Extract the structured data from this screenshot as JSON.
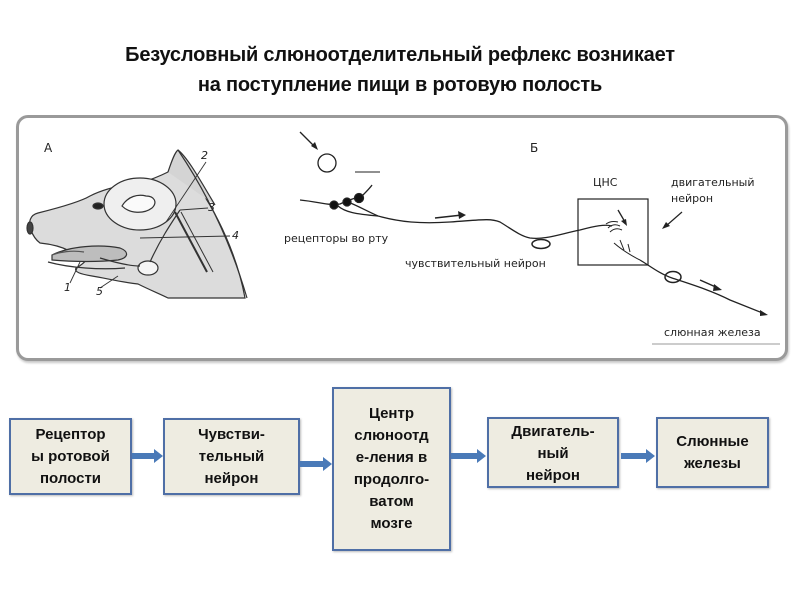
{
  "title": {
    "line1": "Безусловный слюноотделительный рефлекс возникает",
    "line2": "на поступление пищи в ротовую полость"
  },
  "figure": {
    "panel_a": {
      "label": "А",
      "numbers": [
        "1",
        "2",
        "3",
        "4",
        "5"
      ]
    },
    "panel_b": {
      "label": "Б",
      "cns_label": "ЦНС",
      "receptors_label": "рецепторы во рту",
      "sensory_neuron_label": "чувствительный нейрон",
      "motor_neuron_label_line1": "двигательный",
      "motor_neuron_label_line2": "нейрон",
      "salivary_gland_label": "слюнная железа"
    }
  },
  "flowchart": {
    "colors": {
      "box_fill": "#eeece1",
      "box_border": "#4f6fa6",
      "arrow": "#4a7ab8"
    },
    "steps": [
      {
        "lines": [
          "Рецептор",
          "ы ротовой",
          "полости"
        ]
      },
      {
        "lines": [
          "Чувстви-",
          "тельный",
          "нейрон"
        ]
      },
      {
        "lines": [
          "Центр",
          "слюноотд",
          "е-ления в",
          "продолго-",
          "ватом",
          "мозге"
        ]
      },
      {
        "lines": [
          "Двигатель-",
          "ный",
          "нейрон"
        ]
      },
      {
        "lines": [
          "Слюнные",
          "железы"
        ]
      }
    ]
  }
}
